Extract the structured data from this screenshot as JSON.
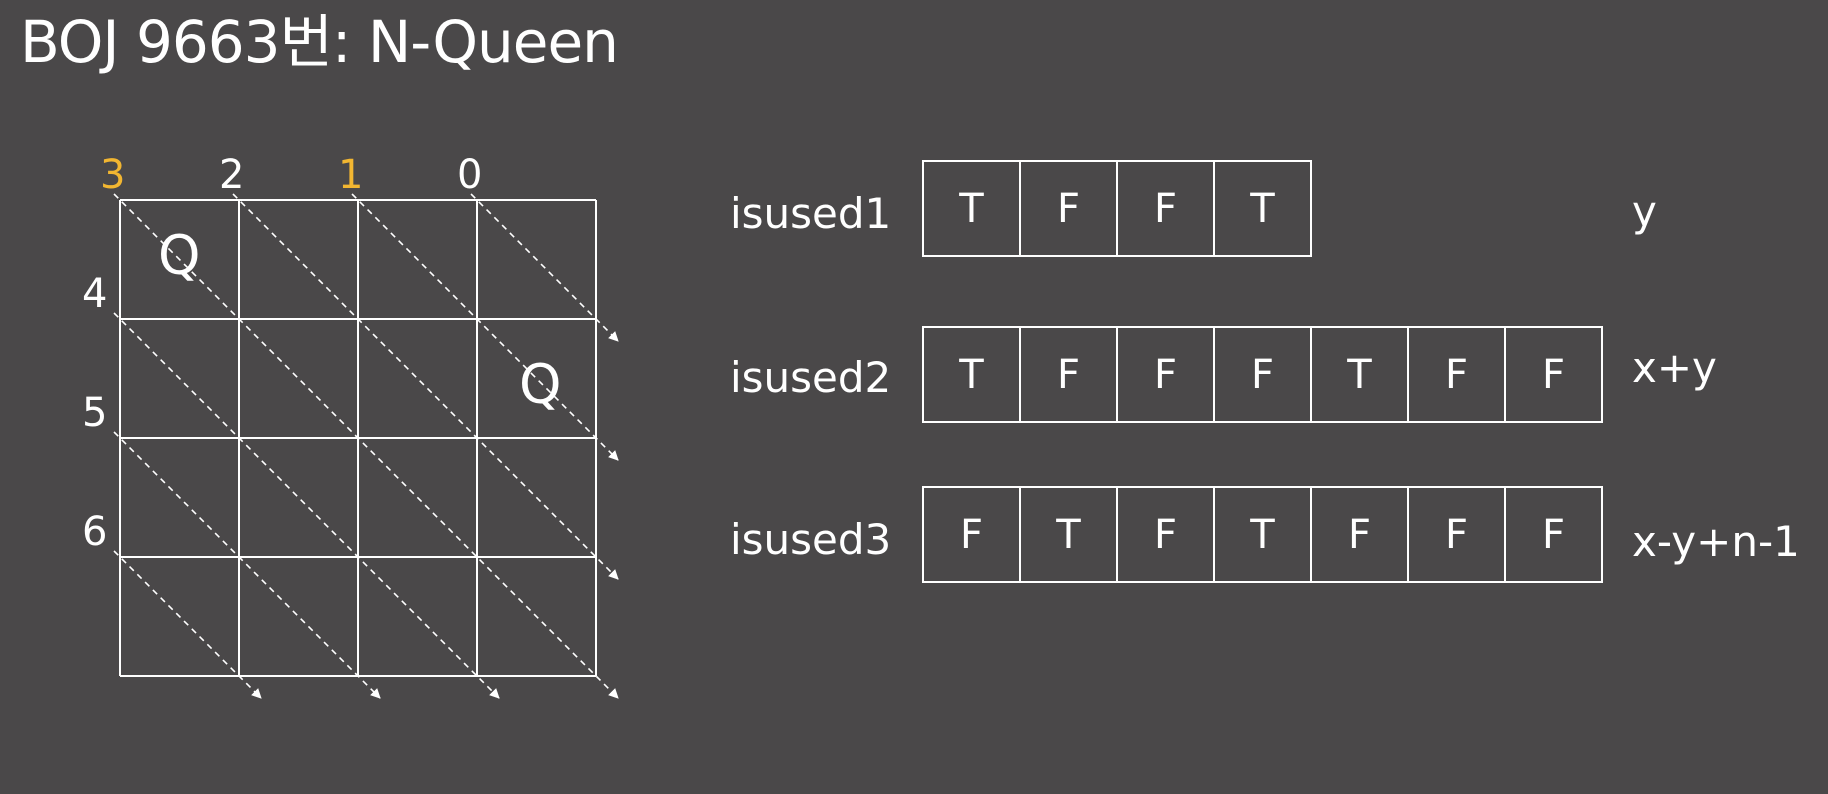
{
  "title": "BOJ 9663번: N-Queen",
  "board": {
    "n": 4,
    "top_numbers": [
      "3",
      "2",
      "1",
      "0"
    ],
    "top_highlight": [
      true,
      false,
      true,
      false
    ],
    "left_numbers": [
      "4",
      "5",
      "6"
    ],
    "highlight_color": "#f2b631",
    "queens": [
      {
        "row": 0,
        "col": 0,
        "label": "Q"
      },
      {
        "row": 1,
        "col": 3,
        "label": "Q"
      }
    ]
  },
  "arrays": [
    {
      "label": "isused1",
      "values": [
        "T",
        "F",
        "F",
        "T"
      ],
      "formula": "y"
    },
    {
      "label": "isused2",
      "values": [
        "T",
        "F",
        "F",
        "F",
        "T",
        "F",
        "F"
      ],
      "formula": "x+y"
    },
    {
      "label": "isused3",
      "values": [
        "F",
        "T",
        "F",
        "T",
        "F",
        "F",
        "F"
      ],
      "formula": "x-y+n-1"
    }
  ]
}
